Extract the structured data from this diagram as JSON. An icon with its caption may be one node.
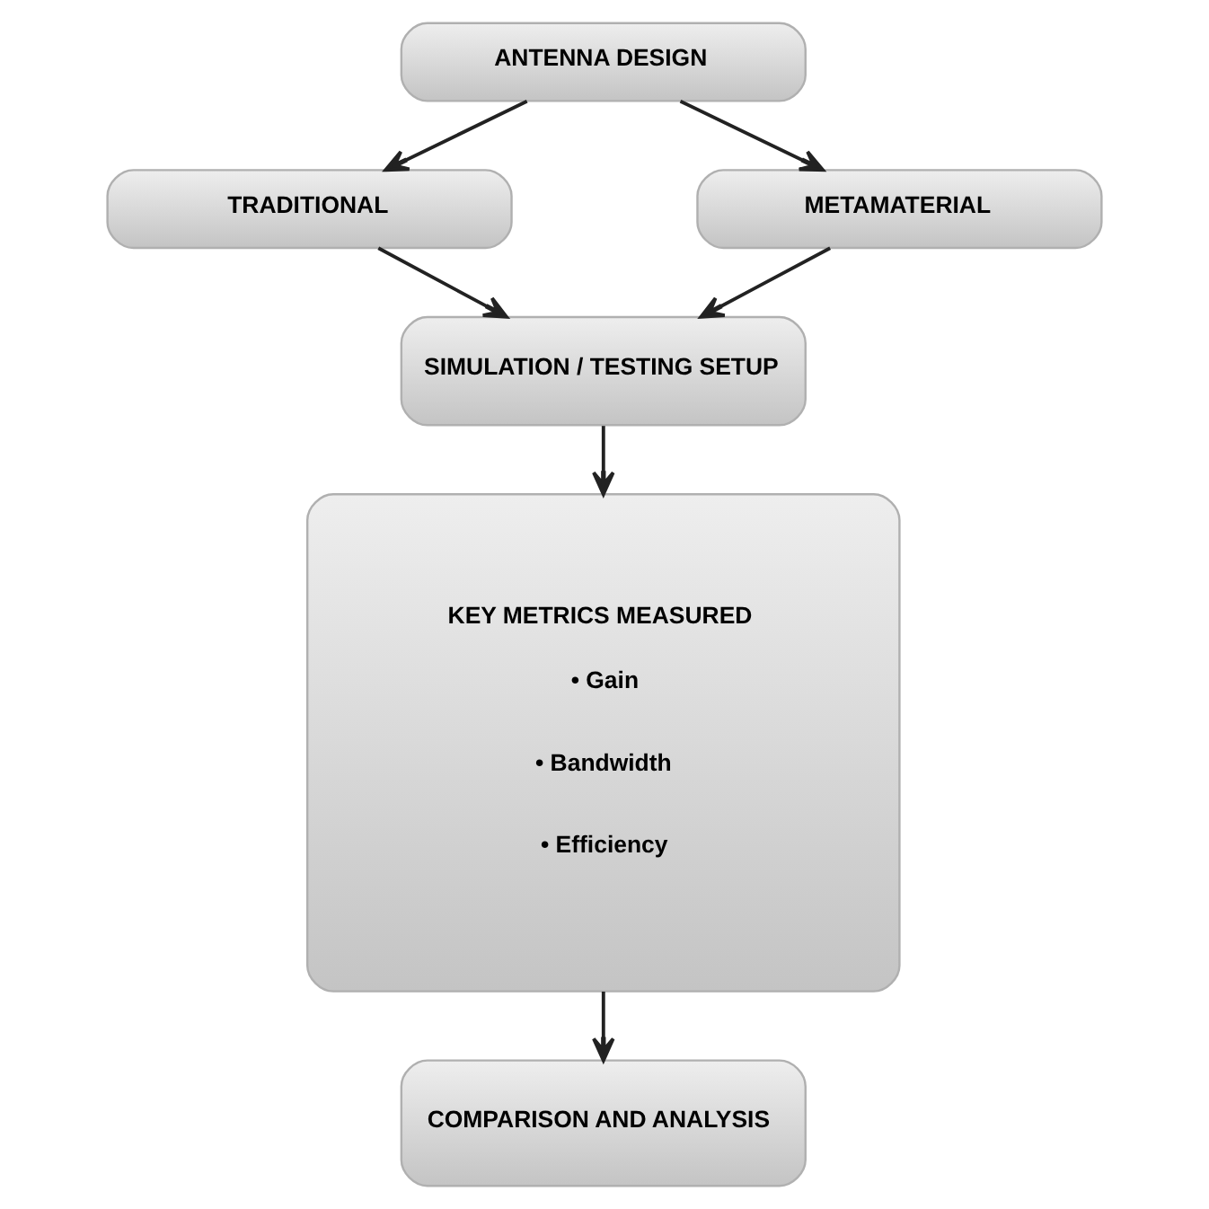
{
  "diagram": {
    "nodes": [
      {
        "text": [
          "ANTENNA DESIGN"
        ]
      },
      {
        "text": [
          "TRADITIONAL"
        ]
      },
      {
        "text": [
          "METAMATERIAL"
        ]
      },
      {
        "text": [
          "SIMULATION / TESTING SETUP"
        ]
      },
      {
        "text": [
          "KEY METRICS MEASURED",
          "• Gain",
          "• Bandwidth",
          "• Efficiency"
        ]
      },
      {
        "text": [
          "COMPARISON AND ANALYSIS"
        ]
      }
    ],
    "edges": [
      {
        "from": 0,
        "to": 1,
        "arrow": "to"
      },
      {
        "from": 0,
        "to": 2,
        "arrow": "to"
      },
      {
        "from": 1,
        "to": 3,
        "arrow": "to"
      },
      {
        "from": 2,
        "to": 3,
        "arrow": "to"
      },
      {
        "from": 3,
        "to": 4,
        "arrow": "to"
      },
      {
        "from": 4,
        "to": 5,
        "arrow": "to"
      }
    ]
  }
}
